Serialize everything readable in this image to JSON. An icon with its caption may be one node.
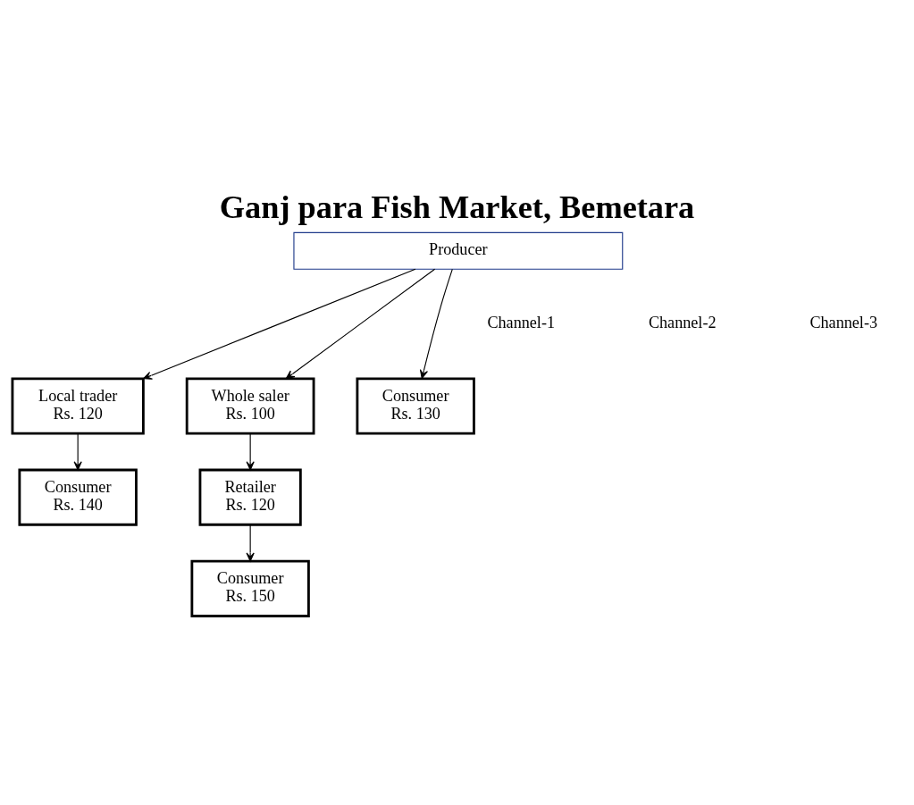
{
  "diagram": {
    "title": "Ganj para Fish Market, Bemetara",
    "nodes": [
      {
        "text": [
          "Producer"
        ]
      },
      {
        "text": [
          "Local trader",
          "Rs. 120"
        ]
      },
      {
        "text": [
          "Whole saler",
          "Rs. 100"
        ]
      },
      {
        "text": [
          "Consumer",
          "Rs. 130"
        ]
      },
      {
        "text": [
          "Retailer",
          "Rs. 120"
        ]
      },
      {
        "text": [
          "Consumer",
          "Rs. 140"
        ]
      },
      {
        "text": [
          "Consumer",
          "Rs. 150"
        ]
      }
    ],
    "edges": [
      {
        "from": 0,
        "to": 1,
        "arrow": "to"
      },
      {
        "from": 0,
        "to": 2,
        "arrow": "to"
      },
      {
        "from": 0,
        "to": 3,
        "arrow": "to"
      },
      {
        "from": 1,
        "to": 5,
        "arrow": "to"
      },
      {
        "from": 2,
        "to": 4,
        "arrow": "to"
      },
      {
        "from": 4,
        "to": 6,
        "arrow": "to"
      }
    ],
    "labels": [
      "Channel-1",
      "Channel-2",
      "Channel-3"
    ]
  }
}
